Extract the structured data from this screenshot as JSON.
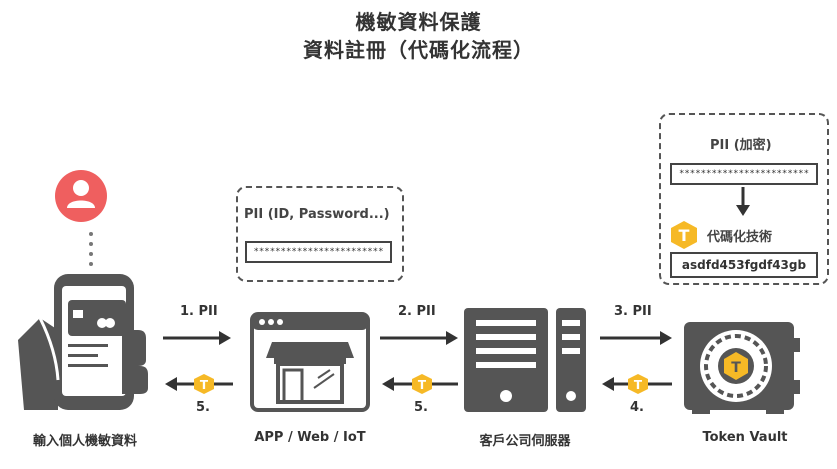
{
  "title": {
    "line1": "機敏資料保護",
    "line2": "資料註冊（代碼化流程）"
  },
  "app_box": {
    "label": "PII (ID, Password...)",
    "masked": "************************"
  },
  "vault_box": {
    "label": "PII (加密)",
    "masked": "************************",
    "token_tech_label": "代碼化技術",
    "token_value": "asdfd453fgdf43gb"
  },
  "token_badge_letter": "T",
  "steps": {
    "s1": "1. PII",
    "s2": "2. PII",
    "s3": "3. PII",
    "s4": "4.",
    "s5a": "5.",
    "s5b": "5."
  },
  "captions": {
    "user": "輸入個人機敏資料",
    "app": "APP / Web / IoT",
    "server": "客戶公司伺服器",
    "vault": "Token Vault"
  },
  "colors": {
    "avatar": "#ef5f5f",
    "token": "#f6b926",
    "dark": "#333333",
    "gray": "#555555"
  }
}
